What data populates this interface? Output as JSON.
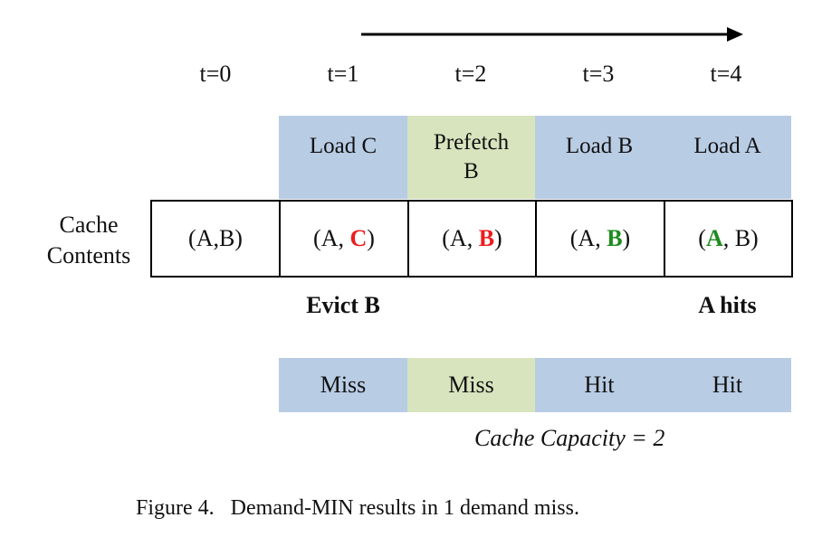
{
  "time_labels": [
    "t=0",
    "t=1",
    "t=2",
    "t=3",
    "t=4"
  ],
  "operations": {
    "t1": "Load C",
    "t2_line1": "Prefetch",
    "t2_line2": "B",
    "t3": "Load B",
    "t4": "Load A"
  },
  "cache_label": {
    "line1": "Cache",
    "line2": "Contents"
  },
  "cache_contents": {
    "t0": "(A,B)",
    "t1": {
      "pre": "(A, ",
      "item": "C",
      "post": ")"
    },
    "t2": {
      "pre": "(A, ",
      "item": "B",
      "post": ")"
    },
    "t3": {
      "pre": "(A, ",
      "item": "B",
      "post": ")"
    },
    "t4": {
      "pre": "(",
      "item": "A",
      "post": ", B)"
    }
  },
  "notes": {
    "evict": "Evict B",
    "hits": "A hits"
  },
  "results": [
    "Miss",
    "Miss",
    "Hit",
    "Hit"
  ],
  "capacity": "Cache Capacity = 2",
  "caption": "Figure 4.   Demand-MIN results in 1 demand miss.",
  "colors": {
    "load_fill": "#b8cce4",
    "prefetch_fill": "#d7e4bd",
    "evicted_highlight": "#ee1c1c",
    "hit_highlight": "#1e8c1e"
  }
}
